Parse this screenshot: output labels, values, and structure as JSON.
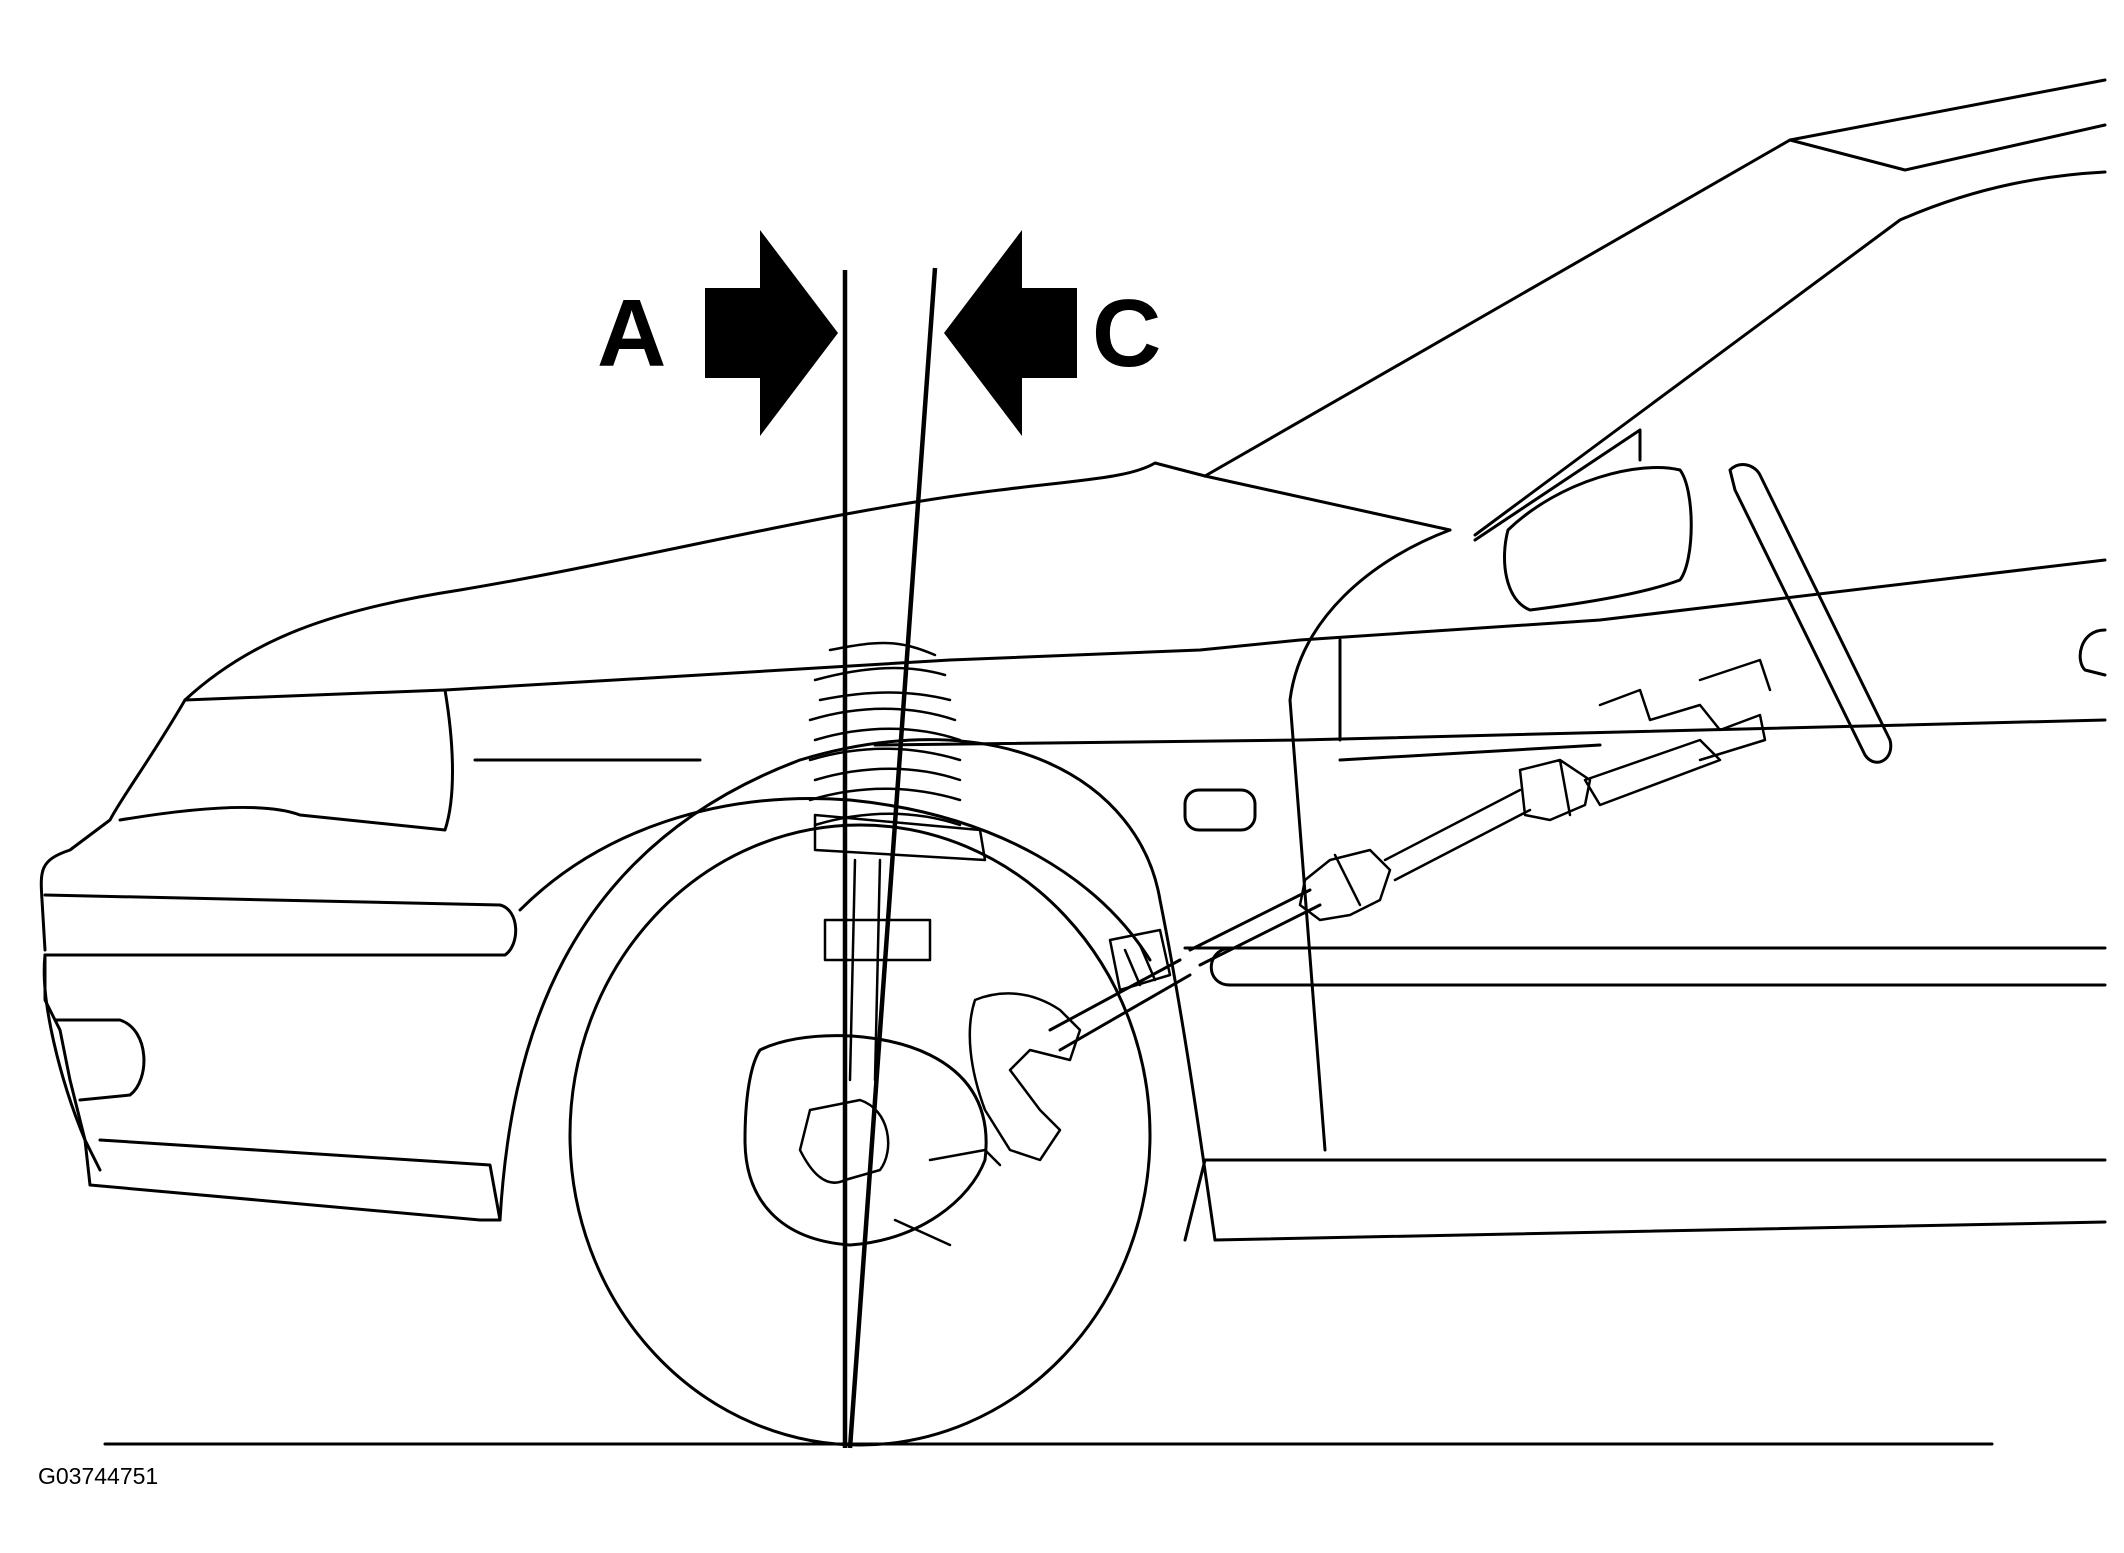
{
  "labels": {
    "left_marker": "A",
    "right_marker": "C"
  },
  "figure_id": "G03744751",
  "colors": {
    "line": "#000000",
    "background": "#ffffff"
  }
}
